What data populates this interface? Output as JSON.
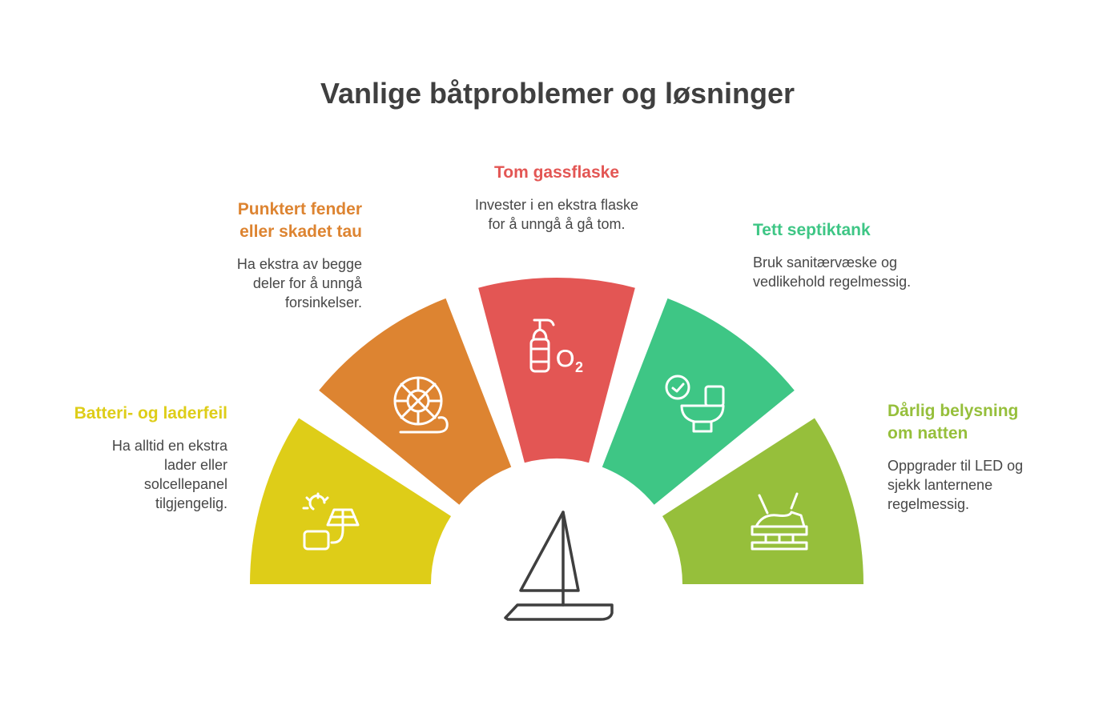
{
  "title": "Vanlige båtproblemer og løsninger",
  "colors": {
    "yellow": "#decd18",
    "orange": "#dd8431",
    "red": "#e35654",
    "green": "#3ec685",
    "lime": "#96bf3b",
    "icon_stroke": "#ffffff",
    "boat_stroke": "#3f3f3f",
    "title": "#3f3f3f",
    "body_text": "#474747"
  },
  "segments": [
    {
      "id": "battery",
      "heading": "Batteri- og laderfeil",
      "body": "Ha alltid en ekstra lader eller solcellepanel tilgjengelig.",
      "color": "#decd18",
      "icon": "solar-battery-icon"
    },
    {
      "id": "fender",
      "heading": "Punktert fender eller skadet tau",
      "body": "Ha ekstra av begge deler for å unngå forsinkelser.",
      "color": "#dd8431",
      "icon": "damaged-rope-icon"
    },
    {
      "id": "gas",
      "heading": "Tom gassflaske",
      "body": "Invester i en ekstra flaske for å unngå å gå tom.",
      "color": "#e35654",
      "icon": "gas-bottle-icon",
      "icon_text": "O",
      "icon_sub": "2"
    },
    {
      "id": "septic",
      "heading": "Tett septiktank",
      "body": "Bruk sanitærvæske og vedlikehold regelmessig.",
      "color": "#3ec685",
      "icon": "toilet-check-icon"
    },
    {
      "id": "lighting",
      "heading": "Dårlig belysning om natten",
      "body": "Oppgrader til LED og sjekk lanternene regelmessig.",
      "color": "#96bf3b",
      "icon": "boat-light-icon"
    }
  ],
  "center_icon": "sailboat-icon"
}
